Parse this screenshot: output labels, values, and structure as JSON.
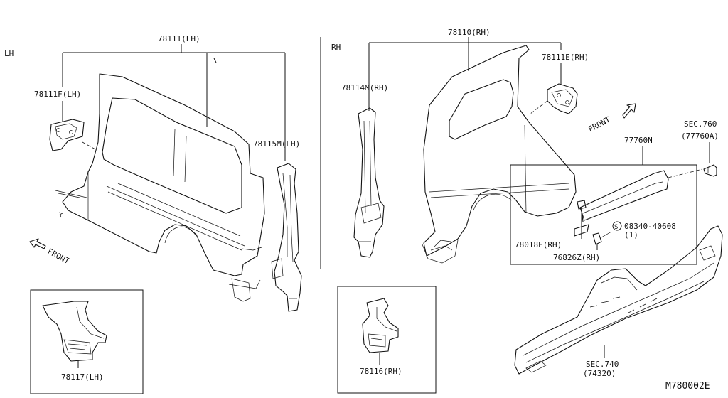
{
  "sections": {
    "lh": "LH",
    "rh": "RH"
  },
  "labels": {
    "p78111": "78111(LH)",
    "p78111F": "78111F(LH)",
    "p78115M": "78115M(LH)",
    "p78117": "78117(LH)",
    "p78110": "78110(RH)",
    "p78111E": "78111E(RH)",
    "p78114M": "78114M(RH)",
    "p78116": "78116(RH)",
    "p77760N": "77760N",
    "sec760": "SEC.760",
    "sec760ref": "(77760A)",
    "p78018E": "78018E(RH)",
    "p76826Z": "76826Z(RH)",
    "bolt": "08340-40608",
    "bolt_qty": "(1)",
    "sec740": "SEC.740",
    "sec740ref": "(74320)",
    "front_lh": "FRONT",
    "front_rh": "FRONT"
  },
  "symbols": {
    "bolt_prefix": "S"
  },
  "diagram_id": "M780002E",
  "icons": [
    "front-arrow-icon",
    "bolt-symbol-icon"
  ]
}
